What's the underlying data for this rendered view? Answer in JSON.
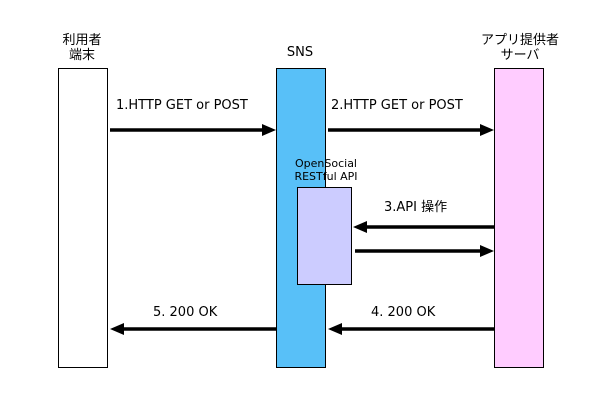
{
  "colors": {
    "terminal_fill": "#ffffff",
    "sns_fill": "#58c0f8",
    "server_fill": "#ffccff",
    "api_box_fill": "#ccccff",
    "arrow": "#000000"
  },
  "lanes": {
    "terminal": {
      "line1": "利用者",
      "line2": "端末"
    },
    "sns": {
      "line1": "SNS"
    },
    "server": {
      "line1": "アプリ提供者",
      "line2": "サーバ"
    }
  },
  "api_box": {
    "line1": "OpenSocial",
    "line2": "RESTful API"
  },
  "messages": {
    "m1": "1.HTTP GET or POST",
    "m2": "2.HTTP GET or POST",
    "m3": "3.API 操作",
    "m4": "4. 200 OK",
    "m5": "5. 200 OK"
  }
}
